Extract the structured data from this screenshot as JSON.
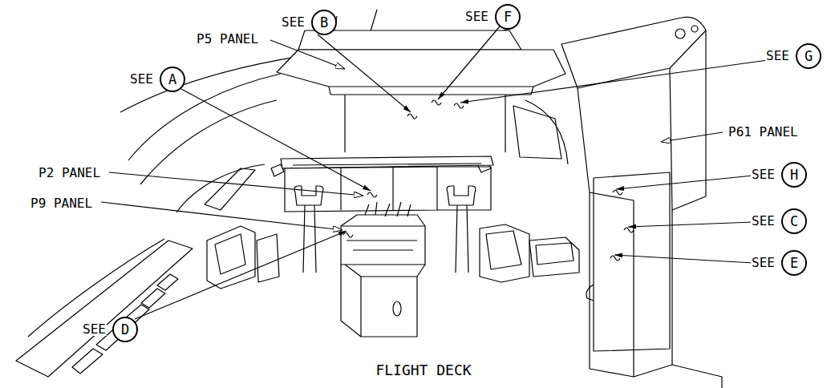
{
  "diagram": {
    "caption": "FLIGHT DECK",
    "nodes": [
      {
        "text": [
          "SEE",
          "B"
        ]
      },
      {
        "text": [
          "SEE",
          "F"
        ]
      },
      {
        "text": [
          "SEE",
          "G"
        ]
      },
      {
        "text": [
          "SEE",
          "A"
        ]
      },
      {
        "text": [
          "SEE",
          "H"
        ]
      },
      {
        "text": [
          "SEE",
          "C"
        ]
      },
      {
        "text": [
          "SEE",
          "E"
        ]
      },
      {
        "text": [
          "SEE",
          "D"
        ]
      }
    ],
    "labels": [
      "P5 PANEL",
      "P61 PANEL",
      "P2 PANEL",
      "P9 PANEL"
    ]
  }
}
